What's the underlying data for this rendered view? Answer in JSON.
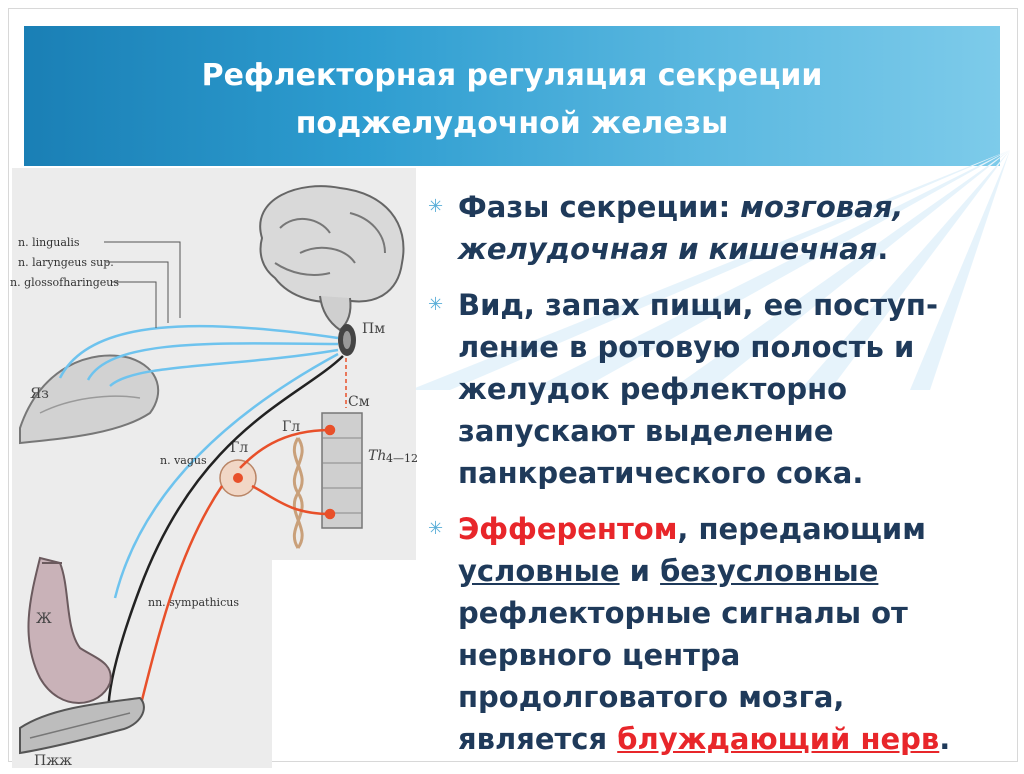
{
  "slide": {
    "title_line1": "Рефлекторная регуляция секреции",
    "title_line2": "поджелудочной железы"
  },
  "bullets": [
    {
      "a": "Фазы секреции: ",
      "b": "мозговая, желудочная и кишечная",
      "c": "."
    },
    {
      "lines": [
        "Вид, запах пищи, ее поступ-",
        "ление в ротовую полость и",
        "желудок рефлекторно",
        "запускают выделение",
        "панкреатического сока."
      ]
    },
    {
      "efferent": "Эфферентом",
      "p1": ", передающим",
      "cond": "условные",
      "and": " и ",
      "uncond": "безусловные",
      "rest": [
        "рефлекторные сигналы от",
        "нервного центра",
        "продолговатого мозга,"
      ],
      "last_a": "является ",
      "nerve": "блуждающий нерв",
      "last_c": "."
    }
  ],
  "diagram": {
    "nerves": [
      "n. lingualis",
      "n. laryngeus sup.",
      "n. glossofharingeus",
      "n. vagus",
      "nn. sympathicus"
    ],
    "labels": {
      "tongue": "Яз",
      "medulla": "Пм",
      "spinal": "См",
      "ganglion": "Гл",
      "chain": "Гл",
      "stomach": "Ж",
      "pancreas": "Пжж",
      "th": "Th",
      "th_range": "4—12"
    }
  },
  "colors": {
    "header_dark": "#1a7fb5",
    "text": "#1f3a5a",
    "accent_red": "#e8262a",
    "afferent": "#6ec3ee",
    "efferent": "#e8502a"
  }
}
